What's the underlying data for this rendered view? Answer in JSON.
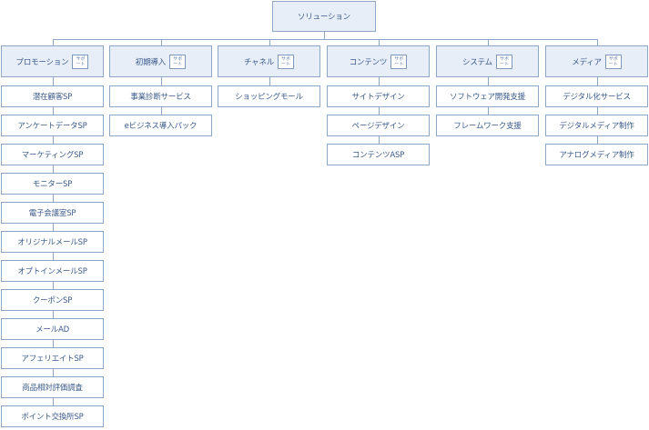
{
  "root": {
    "label": "ソリューション"
  },
  "badge_label": [
    "サポ",
    "ート"
  ],
  "colors": {
    "border": "#8ea6c6",
    "header_bg": "#e7eef8",
    "text": "#3a5a8a",
    "line": "#8ea6c6"
  },
  "categories": [
    {
      "label": "プロモーション",
      "items": [
        "潜在顧客SP",
        "アンケートデータSP",
        "マーケティングSP",
        "モニターSP",
        "電子会議室SP",
        "オリジナルメールSP",
        "オプトインメールSP",
        "クーポンSP",
        "メールAD",
        "アフェリエイトSP",
        "商品相対評価調査",
        "ポイント交換所SP"
      ]
    },
    {
      "label": "初期導入",
      "items": [
        "事業診断サービス",
        "eビジネス導入パック"
      ]
    },
    {
      "label": "チャネル",
      "items": [
        "ショッピングモール"
      ]
    },
    {
      "label": "コンテンツ",
      "items": [
        "サイトデザイン",
        "ページデザイン",
        "コンテンツASP"
      ]
    },
    {
      "label": "システム",
      "items": [
        "ソフトウェア開発支援",
        "フレームワーク支援"
      ]
    },
    {
      "label": "メディア",
      "items": [
        "デジタル化サービス",
        "デジタルメディア制作",
        "アナログメディア制作"
      ]
    }
  ]
}
